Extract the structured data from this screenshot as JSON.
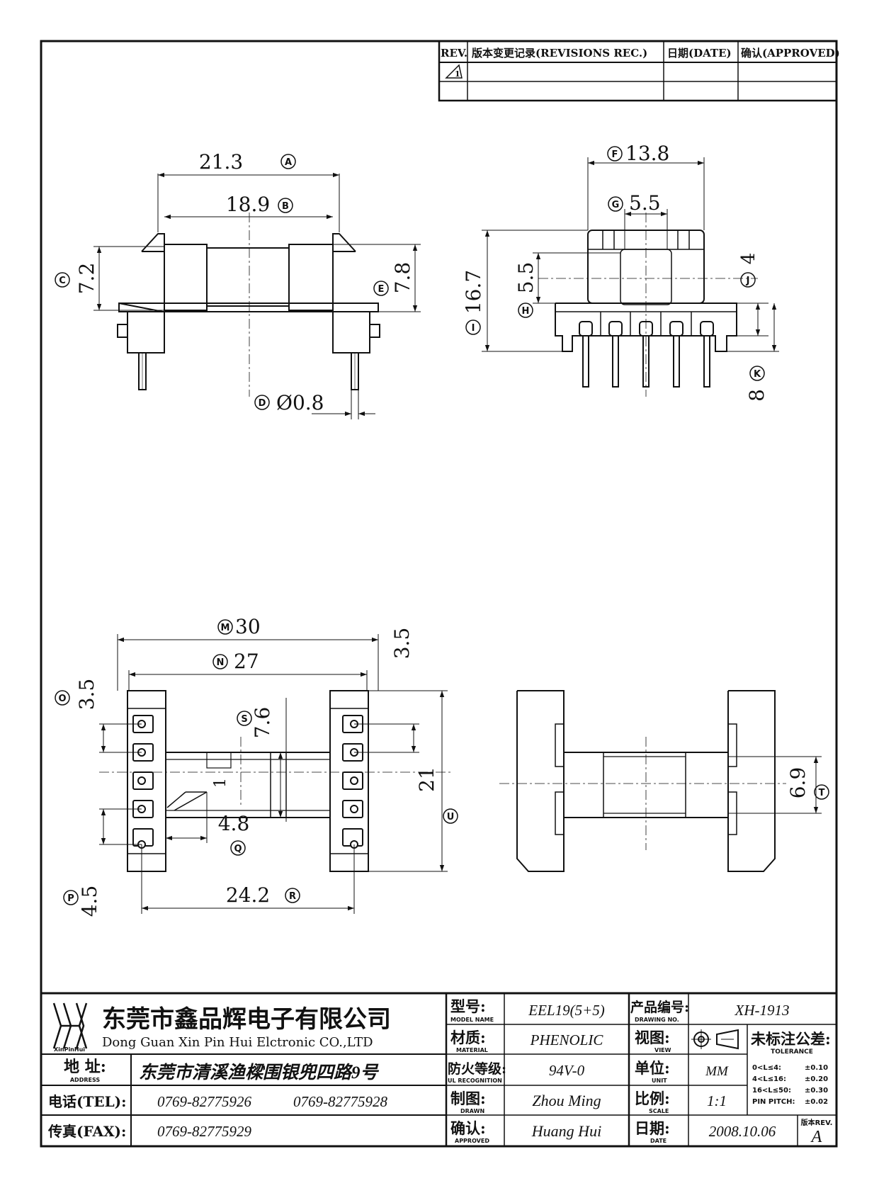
{
  "revisions": {
    "headers": [
      "REV.",
      "版本变更记录(REVISIONS REC.)",
      "日期(DATE)",
      "确认(APPROVED)"
    ],
    "rev_symbol": "1"
  },
  "dimensions": {
    "A": "21.3",
    "A_tag": "A",
    "B": "18.9",
    "B_tag": "B",
    "C": "7.2",
    "C_tag": "C",
    "D": "Ø0.8",
    "D_tag": "D",
    "E": "7.8",
    "E_tag": "E",
    "F": "13.8",
    "F_tag": "F",
    "G": "5.5",
    "G_tag": "G",
    "H": "5.5",
    "H_tag": "H",
    "I": "16.7",
    "I_tag": "I",
    "J": "4",
    "J_tag": "J",
    "K": "8",
    "K_tag": "K",
    "M": "30",
    "M_tag": "M",
    "N": "27",
    "N_tag": "N",
    "O": "3.5",
    "O_tag": "O",
    "P": "4.5",
    "P_tag": "P",
    "Q": "4.8",
    "Q_tag": "Q",
    "R": "24.2",
    "R_tag": "R",
    "S": "7.6",
    "S_tag": "S",
    "T": "6.9",
    "T_tag": "T",
    "U": "21",
    "U_tag": "U",
    "top_right": "3.5",
    "pin_mark": "1"
  },
  "title_block": {
    "logo_text": "XinPinHui",
    "company_cn": "东莞市鑫品辉电子有限公司",
    "company_en": "Dong Guan Xin Pin Hui Elctronic CO.,LTD",
    "address_label": "地 址:",
    "address_label_en": "ADDRESS",
    "address": "东莞市清溪渔樑围银兜四路9号",
    "tel_label": "电话(TEL):",
    "tel1": "0769-82775926",
    "tel2": "0769-82775928",
    "fax_label": "传真(FAX):",
    "fax": "0769-82775929",
    "model_label": "型号:",
    "model_label_en": "MODEL NAME",
    "model": "EEL19(5+5)",
    "material_label": "材质:",
    "material_label_en": "MATERIAL",
    "material": "PHENOLIC",
    "flame_label": "防火等级:",
    "flame_label_en": "UL RECOGNITION",
    "flame": "94V-0",
    "drawn_label": "制图:",
    "drawn_label_en": "DRAWN",
    "drawn": "Zhou Ming",
    "approved_label": "确认:",
    "approved_label_en": "APPROVED",
    "approved": "Huang Hui",
    "drawing_no_label": "产品编号:",
    "drawing_no_label_en": "DRAWING NO.",
    "drawing_no": "XH-1913",
    "view_label": "视图:",
    "view_label_en": "VIEW",
    "unit_label": "单位:",
    "unit_label_en": "UNIT",
    "unit": "MM",
    "scale_label": "比例:",
    "scale_label_en": "SCALE",
    "scale": "1:1",
    "date_label": "日期:",
    "date_label_en": "DATE",
    "date": "2008.10.06",
    "tolerance_label": "未标注公差:",
    "tolerance_label_en": "TOLERANCE",
    "tolerances": [
      {
        "range": "0<L≤4:",
        "value": "±0.10"
      },
      {
        "range": "4<L≤16:",
        "value": "±0.20"
      },
      {
        "range": "16<L≤50:",
        "value": "±0.30"
      },
      {
        "range": "PIN PITCH:",
        "value": "±0.02"
      }
    ],
    "rev_label": "版本REV.",
    "rev": "A"
  }
}
